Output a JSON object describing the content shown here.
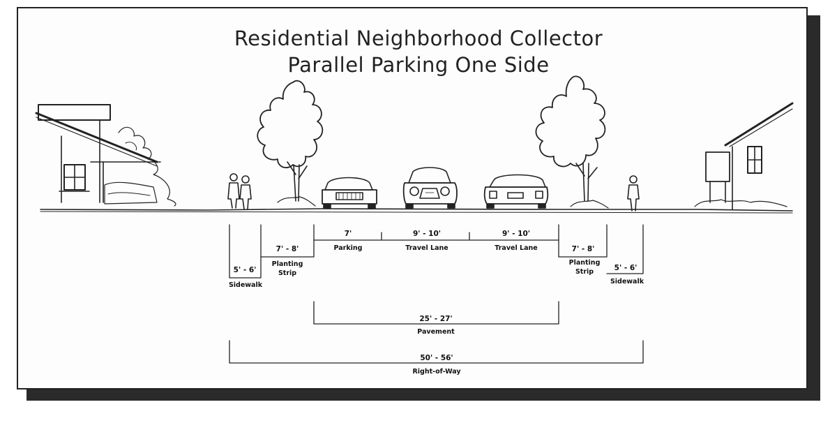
{
  "title": {
    "line1": "Residential Neighborhood Collector",
    "line2": "Parallel Parking One Side"
  },
  "dimensions": {
    "left_sidewalk": {
      "width": "5' - 6'",
      "name": "Sidewalk"
    },
    "left_planting": {
      "width": "7' - 8'",
      "name_line1": "Planting",
      "name_line2": "Strip"
    },
    "parking": {
      "width": "7'",
      "name": "Parking"
    },
    "travel_lane_1": {
      "width": "9' - 10'",
      "name": "Travel Lane"
    },
    "travel_lane_2": {
      "width": "9' - 10'",
      "name": "Travel Lane"
    },
    "right_planting": {
      "width": "7' - 8'",
      "name_line1": "Planting",
      "name_line2": "Strip"
    },
    "right_sidewalk": {
      "width": "5' - 6'",
      "name": "Sidewalk"
    },
    "pavement": {
      "width": "25' - 27'",
      "name": "Pavement"
    },
    "right_of_way": {
      "width": "50' - 56'",
      "name": "Right-of-Way"
    }
  },
  "colors": {
    "ink": "#222222",
    "paper": "#fdfdfd",
    "shadow": "#2a2a2a"
  }
}
